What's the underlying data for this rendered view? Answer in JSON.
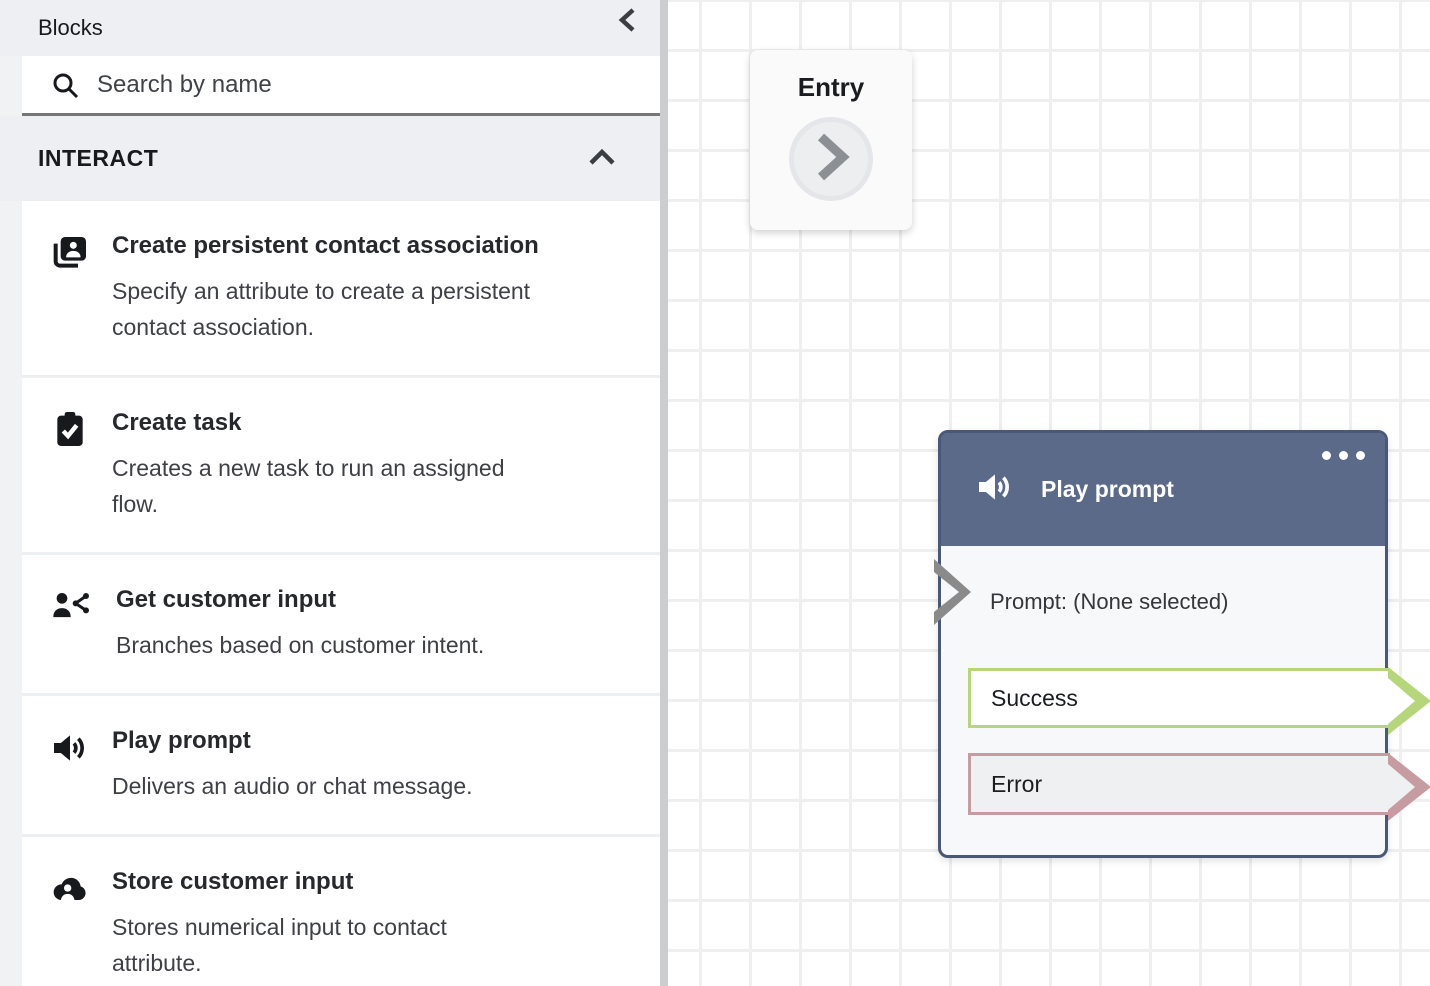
{
  "sidebar": {
    "title": "Blocks",
    "search": {
      "placeholder": "Search by name"
    },
    "section": {
      "label": "INTERACT"
    },
    "items": [
      {
        "icon": "contact-card-icon",
        "title": "Create persistent contact association",
        "description": "Specify an attribute to create a persistent\ncontact association."
      },
      {
        "icon": "clipboard-check-icon",
        "title": "Create task",
        "description": "Creates a new task to run an assigned\nflow."
      },
      {
        "icon": "customer-branch-icon",
        "title": "Get customer input",
        "description": "Branches based on customer intent."
      },
      {
        "icon": "speaker-icon",
        "title": "Play prompt",
        "description": "Delivers an audio or chat message."
      },
      {
        "icon": "cloud-person-icon",
        "title": "Store customer input",
        "description": "Stores numerical input to contact\nattribute."
      }
    ]
  },
  "canvas": {
    "entry_node": {
      "title": "Entry"
    },
    "play_prompt_node": {
      "title": "Play prompt",
      "prompt_line": "Prompt: (None selected)",
      "outputs": [
        {
          "label": "Success"
        },
        {
          "label": "Error"
        }
      ]
    },
    "colors": {
      "node_header": "#5b6a88",
      "node_border": "#4a5878",
      "success_accent": "#b5d67b",
      "error_accent": "#c69ba1",
      "connector_gray": "#8a8a8a",
      "grid_line": "#efefef"
    }
  }
}
